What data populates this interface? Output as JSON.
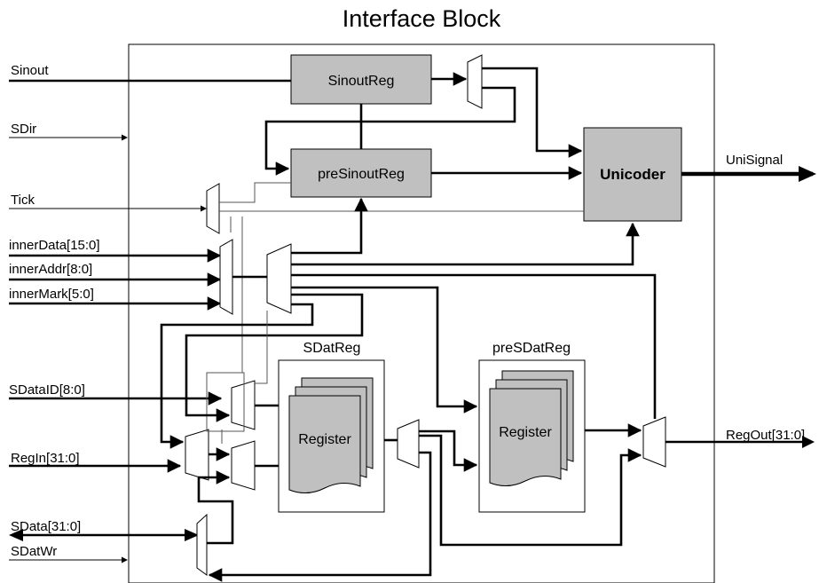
{
  "title": "Interface Block",
  "inputs": {
    "sinout": "Sinout",
    "sdir": "SDir",
    "tick": "Tick",
    "inner_data": "innerData[15:0]",
    "inner_addr": "innerAddr[8:0]",
    "inner_mark": "innerMark[5:0]",
    "sdata_id": "SDataID[8:0]",
    "reg_in": "RegIn[31:0]",
    "sdata": "SData[31:0]",
    "sdat_wr": "SDatWr"
  },
  "outputs": {
    "uni_signal": "UniSignal",
    "reg_out": "RegOut[31:0]"
  },
  "blocks": {
    "sinout_reg": "SinoutReg",
    "pre_sinout_reg": "preSinoutReg",
    "unicoder": "Unicoder",
    "sdat_reg": "SDatReg",
    "pre_sdat_reg": "preSDatReg",
    "register_a": "Register",
    "register_b": "Register"
  },
  "colors": {
    "block_fill": "#c0c0c0",
    "line": "#000000"
  }
}
